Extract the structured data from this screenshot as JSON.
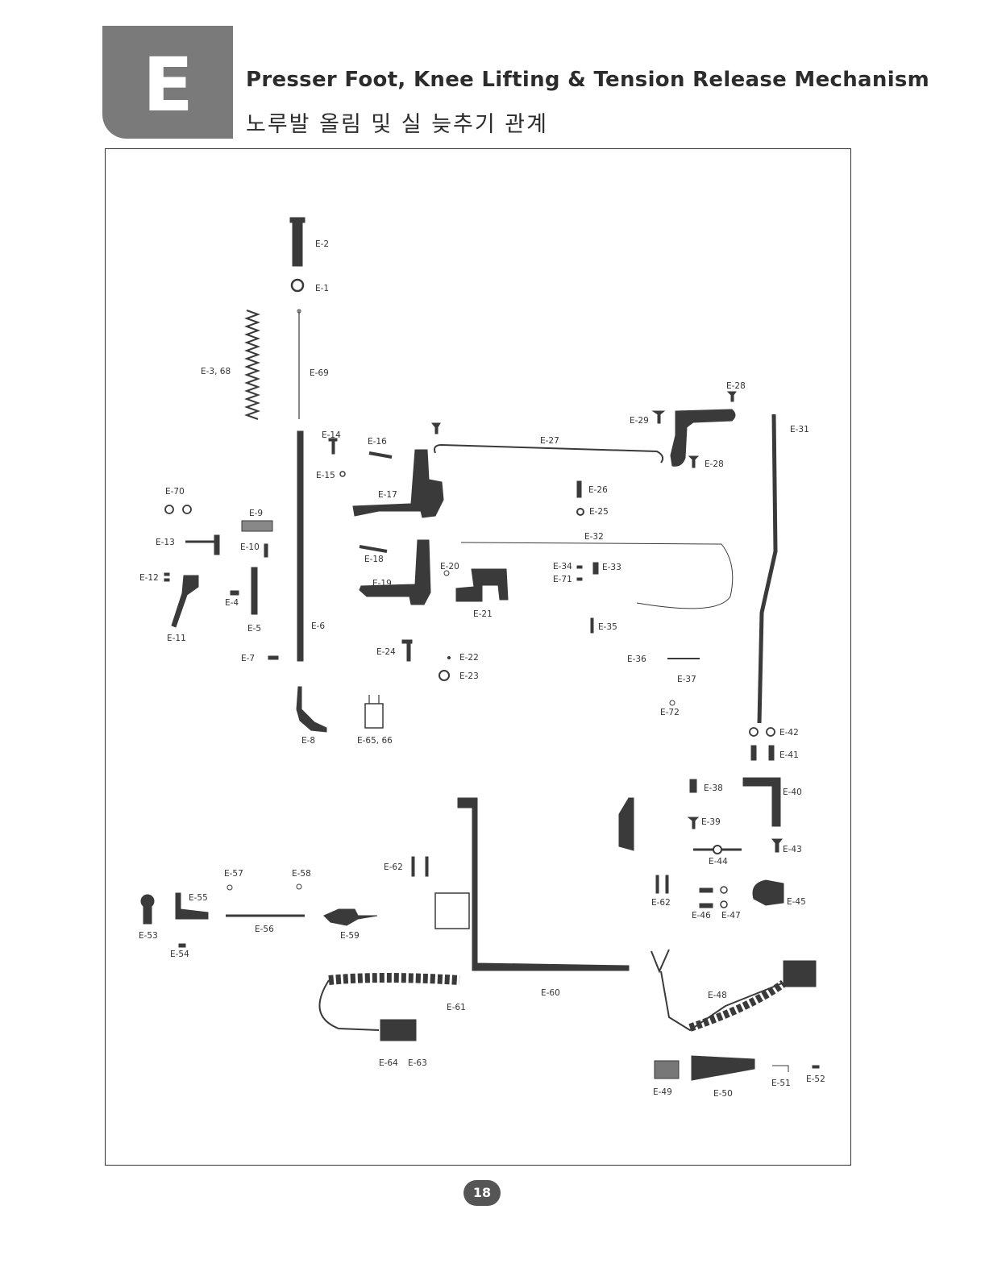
{
  "header": {
    "section_letter": "E",
    "title_en": "Presser Foot, Knee Lifting & Tension Release Mechanism",
    "title_ko": "노루발 올림 및 실 늦추기 관계"
  },
  "part_labels": [
    "E-2",
    "E-1",
    "E-3, 68",
    "E-69",
    "E-28",
    "E-29",
    "E-31",
    "E-14",
    "E-16",
    "E-27",
    "E-28",
    "E-15",
    "E-70",
    "E-17",
    "E-26",
    "E-9",
    "E-25",
    "E-13",
    "E-10",
    "E-32",
    "E-18",
    "E-12",
    "E-20",
    "E-34",
    "E-33",
    "E-71",
    "E-19",
    "E-4",
    "E-21",
    "E-5",
    "E-6",
    "E-35",
    "E-11",
    "E-7",
    "E-24",
    "E-22",
    "E-36",
    "E-23",
    "E-37",
    "E-72",
    "E-8",
    "E-65, 66",
    "E-42",
    "E-41",
    "E-38",
    "E-40",
    "E-39",
    "E-43",
    "E-44",
    "E-57",
    "E-58",
    "E-62",
    "E-55",
    "E-62",
    "E-45",
    "E-46",
    "E-47",
    "E-53",
    "E-56",
    "E-59",
    "E-54",
    "E-60",
    "E-48",
    "E-61",
    "E-64",
    "E-63",
    "E-49",
    "E-50",
    "E-51",
    "E-52"
  ],
  "footer": {
    "page_number": "18"
  }
}
